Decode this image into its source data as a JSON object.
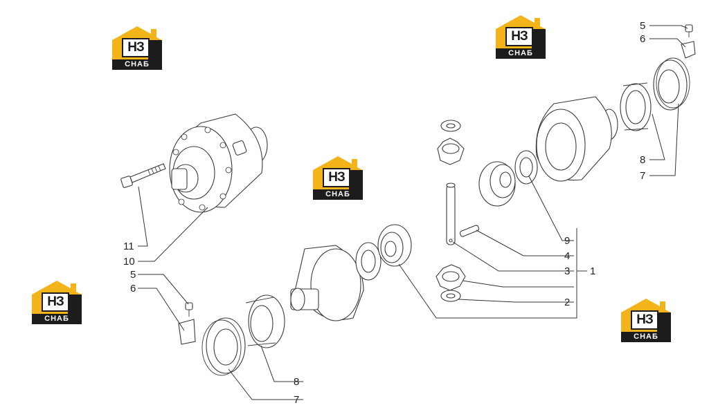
{
  "brand": {
    "logo_mark": "НЗ",
    "logo_text": "СНАБ",
    "roof_color": "#f2b418",
    "dark_color": "#1c1c1c"
  },
  "callouts": [
    {
      "id": "c5-top",
      "label": "5"
    },
    {
      "id": "c6-top",
      "label": "6"
    },
    {
      "id": "c8-right",
      "label": "8"
    },
    {
      "id": "c7-right",
      "label": "7"
    },
    {
      "id": "c9",
      "label": "9"
    },
    {
      "id": "c4",
      "label": "4"
    },
    {
      "id": "c3",
      "label": "3"
    },
    {
      "id": "c1",
      "label": "1"
    },
    {
      "id": "c2",
      "label": "2"
    },
    {
      "id": "c11",
      "label": "11"
    },
    {
      "id": "c10",
      "label": "10"
    },
    {
      "id": "c5-left",
      "label": "5"
    },
    {
      "id": "c6-left",
      "label": "6"
    },
    {
      "id": "c8-bottom",
      "label": "8"
    },
    {
      "id": "c7-bottom",
      "label": "7"
    }
  ]
}
